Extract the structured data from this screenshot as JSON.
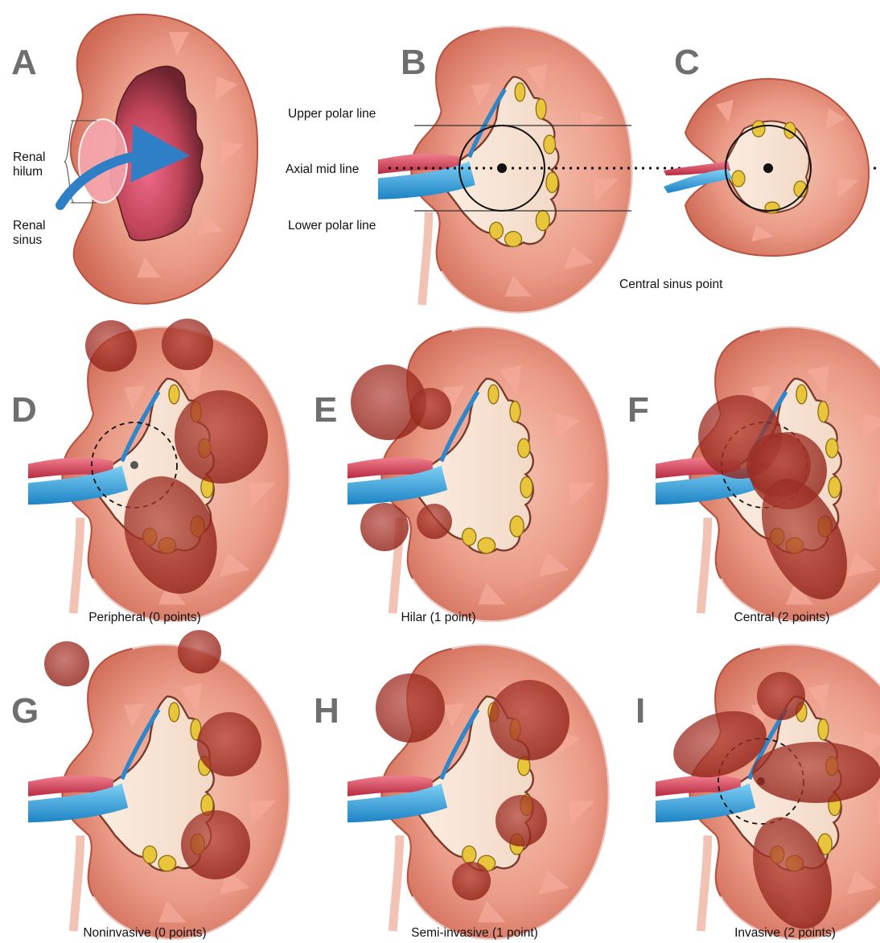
{
  "panels": {
    "A": {
      "letter": "A"
    },
    "B": {
      "letter": "B"
    },
    "C": {
      "letter": "C"
    },
    "D": {
      "letter": "D",
      "caption": "Peripheral (0 points)"
    },
    "E": {
      "letter": "E",
      "caption": "Hilar (1 point)"
    },
    "F": {
      "letter": "F",
      "caption": "Central (2 points)"
    },
    "G": {
      "letter": "G",
      "caption": "Noninvasive (0 points)"
    },
    "H": {
      "letter": "H",
      "caption": "Semi-invasive (1 point)"
    },
    "I": {
      "letter": "I",
      "caption": "Invasive (2 points)"
    }
  },
  "labels": {
    "renal_hilum_line1": "Renal",
    "renal_hilum_line2": "hilum",
    "renal_sinus_line1": "Renal",
    "renal_sinus_line2": "sinus",
    "upper_polar_line": "Upper polar line",
    "axial_mid_line": "Axial mid line",
    "lower_polar_line": "Lower polar line",
    "central_sinus_point": "Central sinus point"
  },
  "colors": {
    "cortex": "#e58f7e",
    "cortex_edge": "#c75b4b",
    "medulla": "#f2b7a8",
    "sinus": "#f7e3d3",
    "fat": "#e3c237",
    "artery": "#d4405a",
    "vein": "#2fa3e3",
    "tumor": "#9c2a20",
    "letter": "#6e6e6e"
  }
}
